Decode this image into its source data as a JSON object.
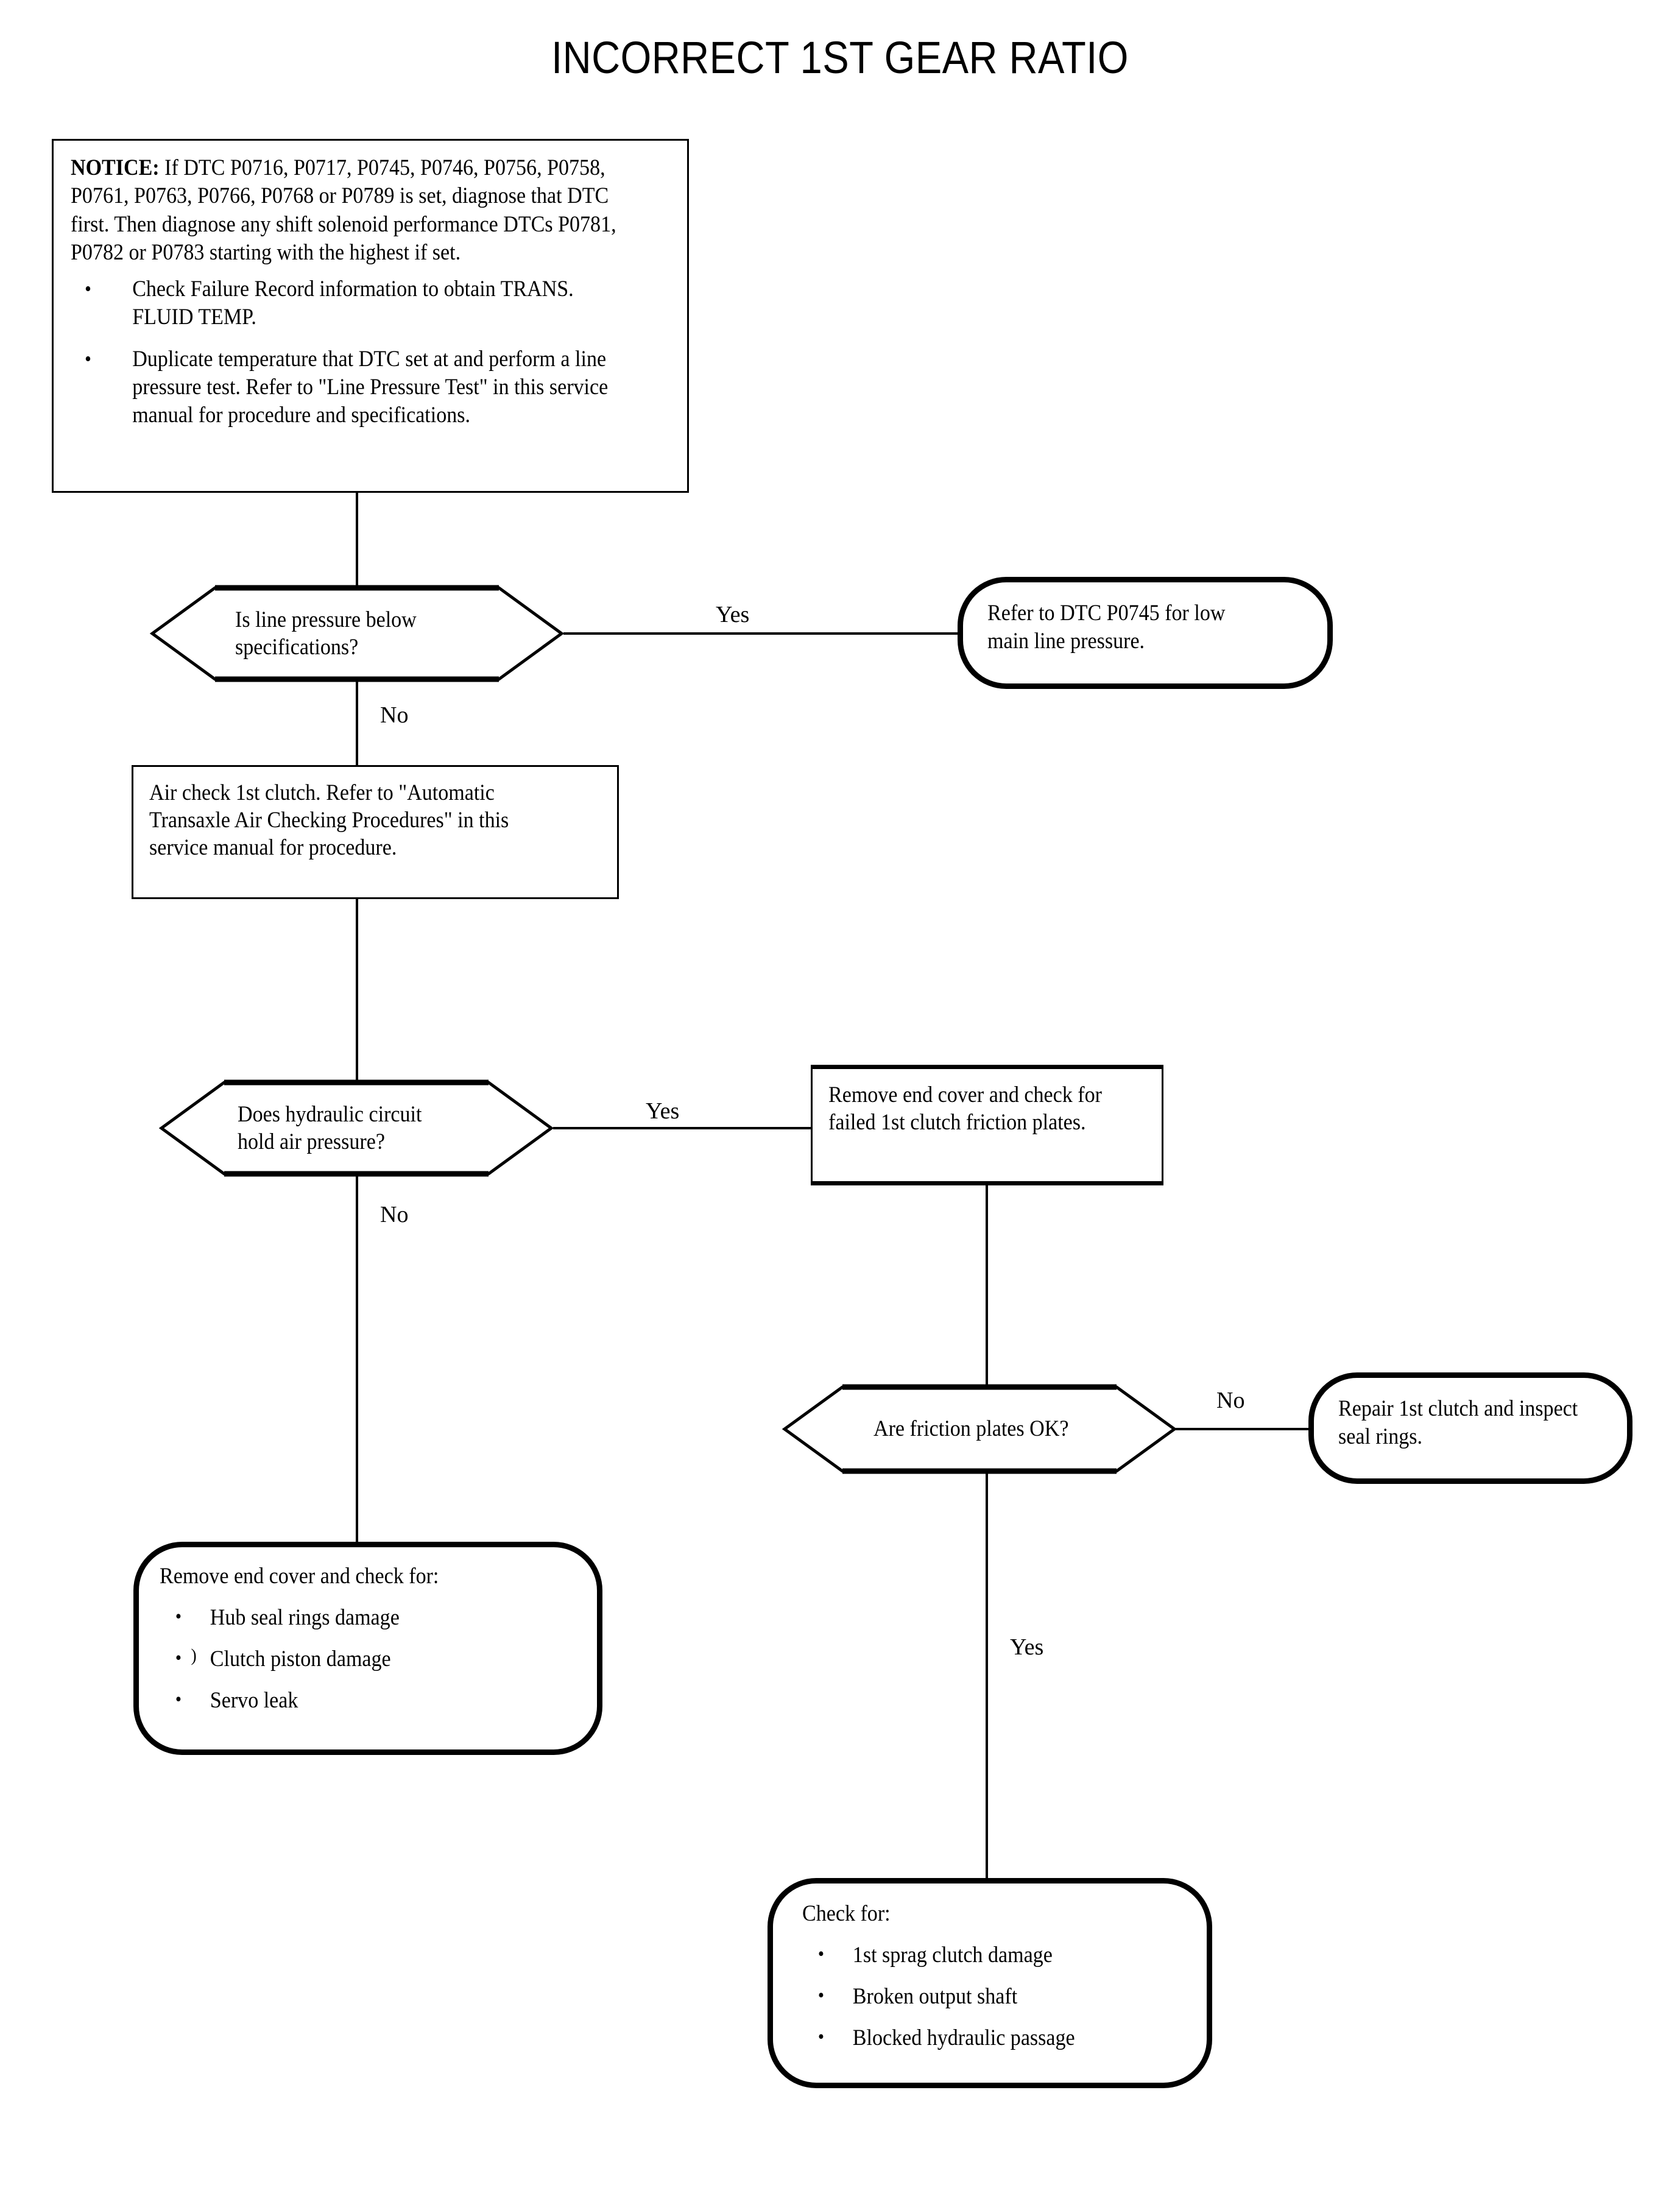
{
  "document": {
    "title": "INCORRECT 1ST GEAR RATIO"
  },
  "notice": {
    "label": "NOTICE:",
    "paragraph": " If DTC P0716, P0717, P0745, P0746, P0756, P0758, P0761, P0763, P0766, P0768 or P0789 is set, diagnose that DTC first.  Then diagnose any shift solenoid performance DTCs P0781, P0782 or P0783 starting with the highest if set.",
    "bullet_glyph": "•",
    "bullets": [
      "Check Failure Record information to obtain TRANS. FLUID TEMP.",
      "Duplicate temperature that DTC set at and perform a line pressure test. Refer to \"Line Pressure Test\" in this service manual for procedure and specifications."
    ]
  },
  "nodes": {
    "decision_line_pressure": {
      "text": "Is line pressure below specifications?"
    },
    "terminator_dtc_p0745": {
      "text": "Refer to DTC P0745 for low main line pressure."
    },
    "process_air_check": {
      "text": "Air check 1st clutch. Refer to \"Automatic Transaxle Air Checking Procedures\" in this service manual for procedure."
    },
    "decision_hold_air": {
      "text": "Does hydraulic circuit hold air pressure?"
    },
    "process_remove_end_cover": {
      "text": "Remove end cover and check for failed 1st clutch friction plates."
    },
    "decision_friction_plates": {
      "text": "Are friction plates OK?"
    },
    "terminator_repair_clutch": {
      "text": "Repair 1st clutch and inspect seal rings."
    },
    "terminator_remove_end_cover_check": {
      "heading": "Remove end cover and check for:",
      "bullet_glyph": "•",
      "bullets": [
        "Hub seal rings damage",
        "Clutch piston damage",
        "Servo leak"
      ],
      "bullet_artifact": ")"
    },
    "terminator_check_for": {
      "heading": "Check for:",
      "bullet_glyph": "•",
      "bullets": [
        "1st sprag clutch damage",
        "Broken output shaft",
        "Blocked hydraulic passage"
      ]
    }
  },
  "edges": {
    "line_pressure_yes": "Yes",
    "line_pressure_no": "No",
    "hold_air_yes": "Yes",
    "hold_air_no": "No",
    "friction_plates_no": "No",
    "friction_plates_yes": "Yes"
  },
  "colors": {
    "ink": "#000000",
    "paper": "#ffffff"
  }
}
